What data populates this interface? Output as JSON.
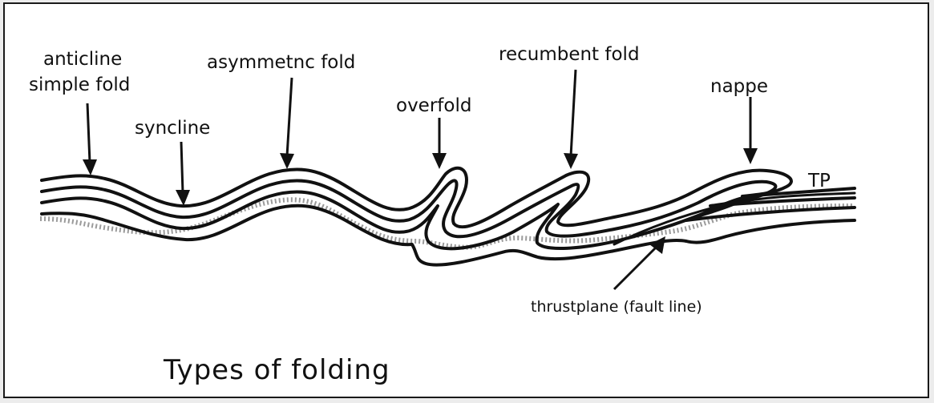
{
  "figure": {
    "labels": {
      "anticline_line1": "anticline",
      "anticline_line2": "simple fold",
      "syncline": "syncline",
      "asymmetric_fold": "asymmetnc fold",
      "overfold": "overfold",
      "recumbent_fold": "recumbent fold",
      "nappe": "nappe",
      "tp": "TP",
      "thrustplane": "thrustplane (fault line)"
    },
    "caption": "Types of folding"
  }
}
